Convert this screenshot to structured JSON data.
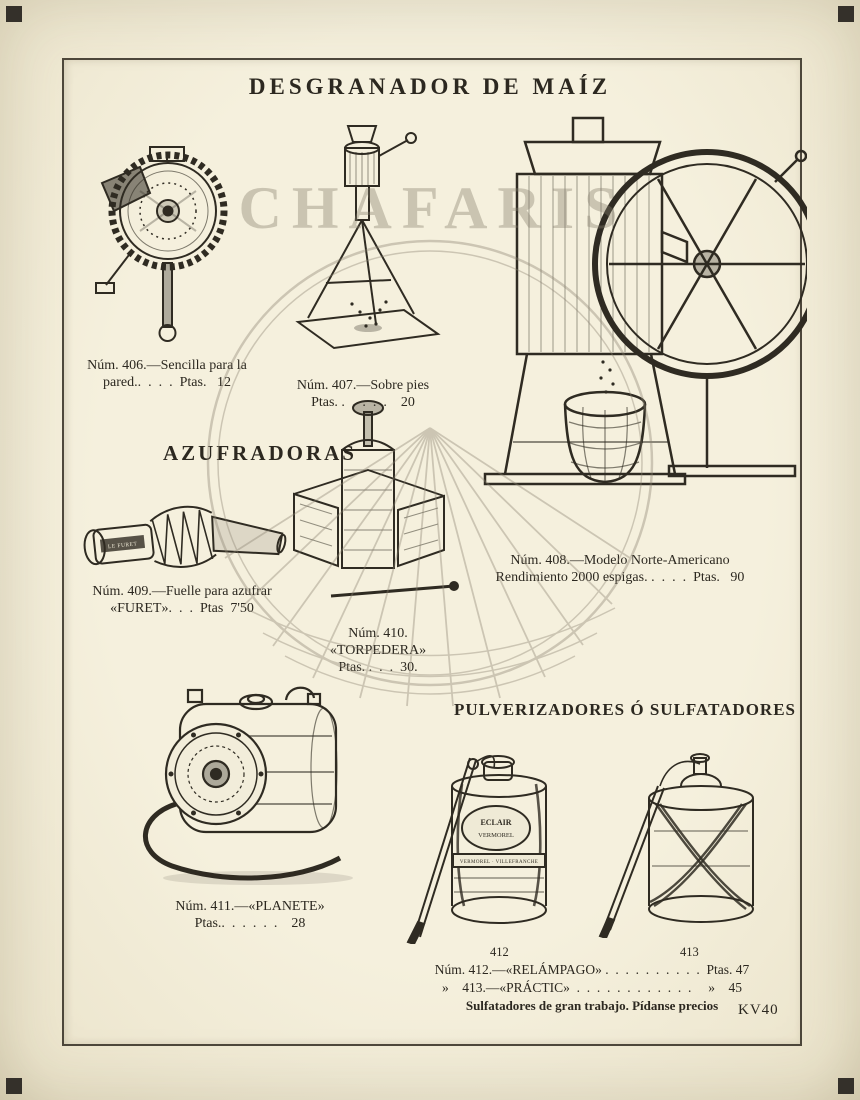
{
  "page": {
    "title": "DESGRANADOR DE MAÍZ",
    "watermark": "CHAFARIS",
    "footer_code": "KV40"
  },
  "sections": {
    "azufradoras": "AZUFRADORAS",
    "pulverizadores": "PULVERIZADORES Ó SULFATADORES"
  },
  "captions": {
    "n406": {
      "line1": "Núm. 406.—Sencilla para la",
      "line2": "pared..  .  .  .  Ptas.   12"
    },
    "n407": {
      "line1": "Núm. 407.—Sobre pies",
      "line2": "Ptas. .  .  .  .  .    20"
    },
    "n408": {
      "line1": "Núm. 408.—Modelo Norte-Americano",
      "line2": "Rendimiento 2000 espigas. .  .  .  .  Ptas.   90"
    },
    "n409": {
      "line1": "Núm. 409.—Fuelle para azufrar",
      "line2": "«FURET».  .  .  Ptas  7'50"
    },
    "n410": {
      "line1": "Núm. 410.",
      "line2": "«TORPEDERA»",
      "line3": "Ptas. .  .  .  30."
    },
    "n411": {
      "line1": "Núm. 411.—«PLANETE»",
      "line2": "Ptas..  .  .  .  .  .    28"
    },
    "n412_figure_label": "412",
    "n413_figure_label": "413",
    "n412": "Núm. 412.—«RELÁMPAGO» .  .  .  .  .  .  .  .  .  .  Ptas. 47",
    "n413": "»    413.—«PRÁCTIC»  .  .  .  .  .  .  .  .  .  .  .  .     »    45",
    "footnote": "Sulfatadores de gran trabajo. Pídanse precios"
  },
  "illustration_text": {
    "furet_label": "LE FURET",
    "tank412_line1": "ECLAIR",
    "tank412_line2": "VERMOREL",
    "tank412_band": "VERMOREL · VILLEFRANCHE"
  }
}
